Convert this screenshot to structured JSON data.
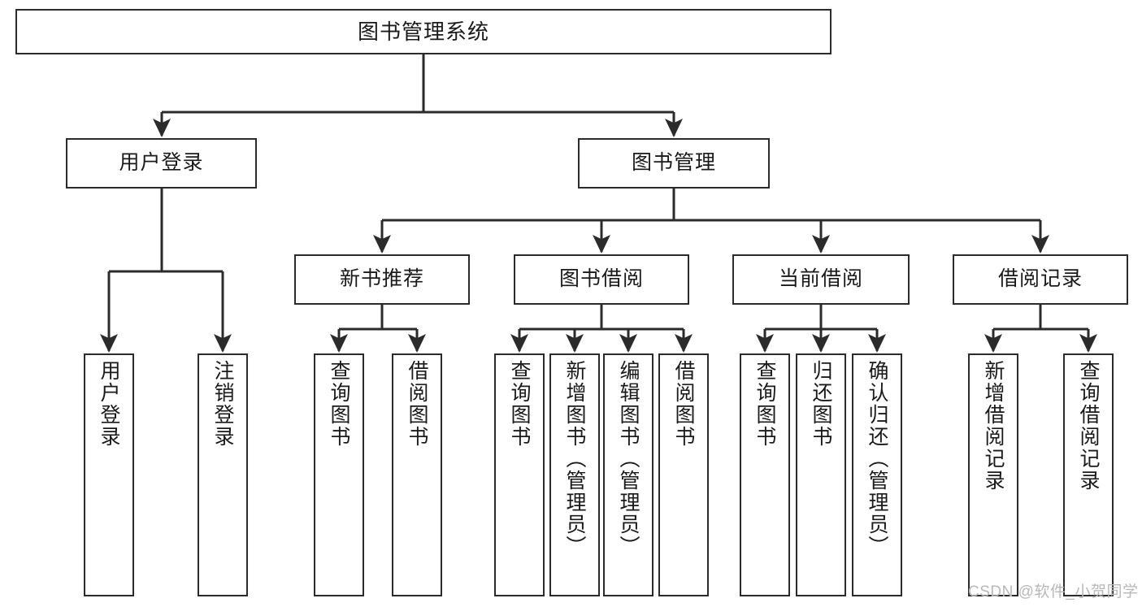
{
  "diagram": {
    "type": "tree",
    "title": "图书管理系统",
    "watermark": "CSDN @软件_小贺同学",
    "colors": {
      "stroke": "#2b2b2b",
      "fill": "#ffffff",
      "text": "#1a1a1a",
      "watermark": "#b8b8b8"
    },
    "nodes": {
      "root": {
        "label": "图书管理系统"
      },
      "level2": [
        {
          "id": "user-login",
          "label": "用户登录"
        },
        {
          "id": "book-manage",
          "label": "图书管理"
        }
      ],
      "level3": [
        {
          "id": "new-book-recommend",
          "label": "新书推荐"
        },
        {
          "id": "book-borrow",
          "label": "图书借阅"
        },
        {
          "id": "current-borrow",
          "label": "当前借阅"
        },
        {
          "id": "borrow-record",
          "label": "借阅记录"
        }
      ],
      "leaves": {
        "user-login": [
          {
            "id": "user-login-leaf",
            "label": "用户登录"
          },
          {
            "id": "user-logout-leaf",
            "label": "注销登录"
          }
        ],
        "new-book-recommend": [
          {
            "id": "query-book-1",
            "label": "查询图书"
          },
          {
            "id": "borrow-book-1",
            "label": "借阅图书"
          }
        ],
        "book-borrow": [
          {
            "id": "query-book-2",
            "label": "查询图书"
          },
          {
            "id": "add-book",
            "label": "新增图书（管理员）"
          },
          {
            "id": "edit-book",
            "label": "编辑图书（管理员）"
          },
          {
            "id": "borrow-book-2",
            "label": "借阅图书"
          }
        ],
        "current-borrow": [
          {
            "id": "query-book-3",
            "label": "查询图书"
          },
          {
            "id": "return-book",
            "label": "归还图书"
          },
          {
            "id": "confirm-return",
            "label": "确认归还（管理员）"
          }
        ],
        "borrow-record": [
          {
            "id": "add-borrow-record",
            "label": "新增借阅记录"
          },
          {
            "id": "query-borrow-record",
            "label": "查询借阅记录"
          }
        ]
      }
    }
  }
}
